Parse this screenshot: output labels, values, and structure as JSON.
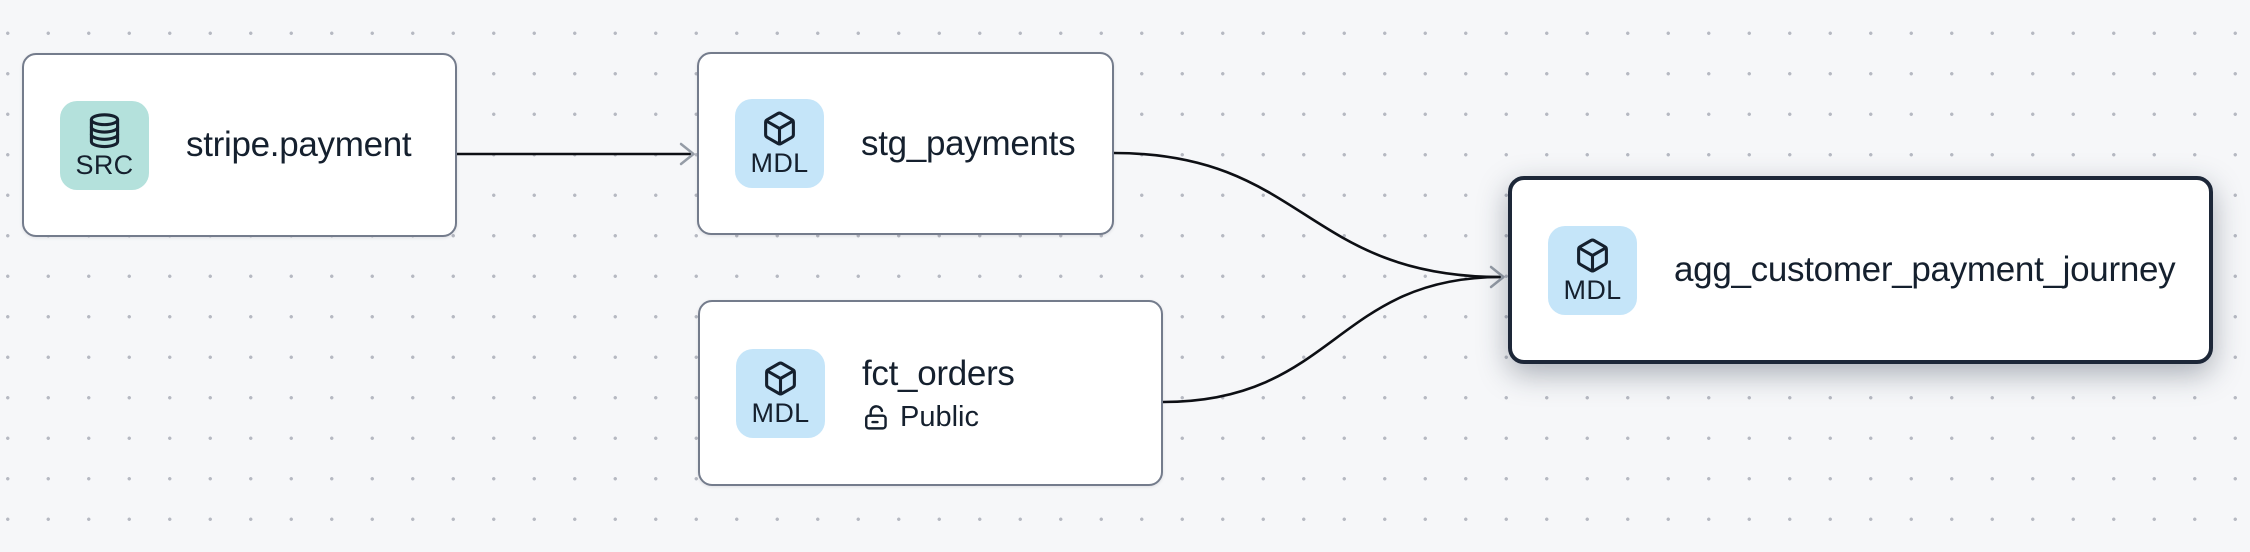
{
  "canvas": {
    "type": "data-lineage-graph",
    "background_color": "#f6f7f9",
    "dot_color": "#b6b9c2"
  },
  "nodes": [
    {
      "label": "stripe.payment",
      "badge": "SRC",
      "icon": "database-icon",
      "kind": "source",
      "selected": false
    },
    {
      "label": "stg_payments",
      "badge": "MDL",
      "icon": "box-icon",
      "kind": "model",
      "selected": false
    },
    {
      "label": "fct_orders",
      "badge": "MDL",
      "icon": "box-icon",
      "kind": "model",
      "access": "Public",
      "access_icon": "lock-open-icon",
      "selected": false
    },
    {
      "label": "agg_customer_payment_journey",
      "badge": "MDL",
      "icon": "box-icon",
      "kind": "model",
      "selected": true
    }
  ],
  "edges": [
    {
      "source": "stripe.payment",
      "target": "stg_payments"
    },
    {
      "source": "stg_payments",
      "target": "agg_customer_payment_journey"
    },
    {
      "source": "fct_orders",
      "target": "agg_customer_payment_journey"
    }
  ],
  "colors": {
    "edge_line": "#0d0f14",
    "arrowhead": "#959ca6",
    "node_border": "#747c8c",
    "selected_node_border": "#1d2738",
    "node_background": "#ffffff",
    "src_badge_background": "#b4e1dc",
    "mdl_badge_background": "#c5e5f9",
    "text": "#15202e"
  }
}
